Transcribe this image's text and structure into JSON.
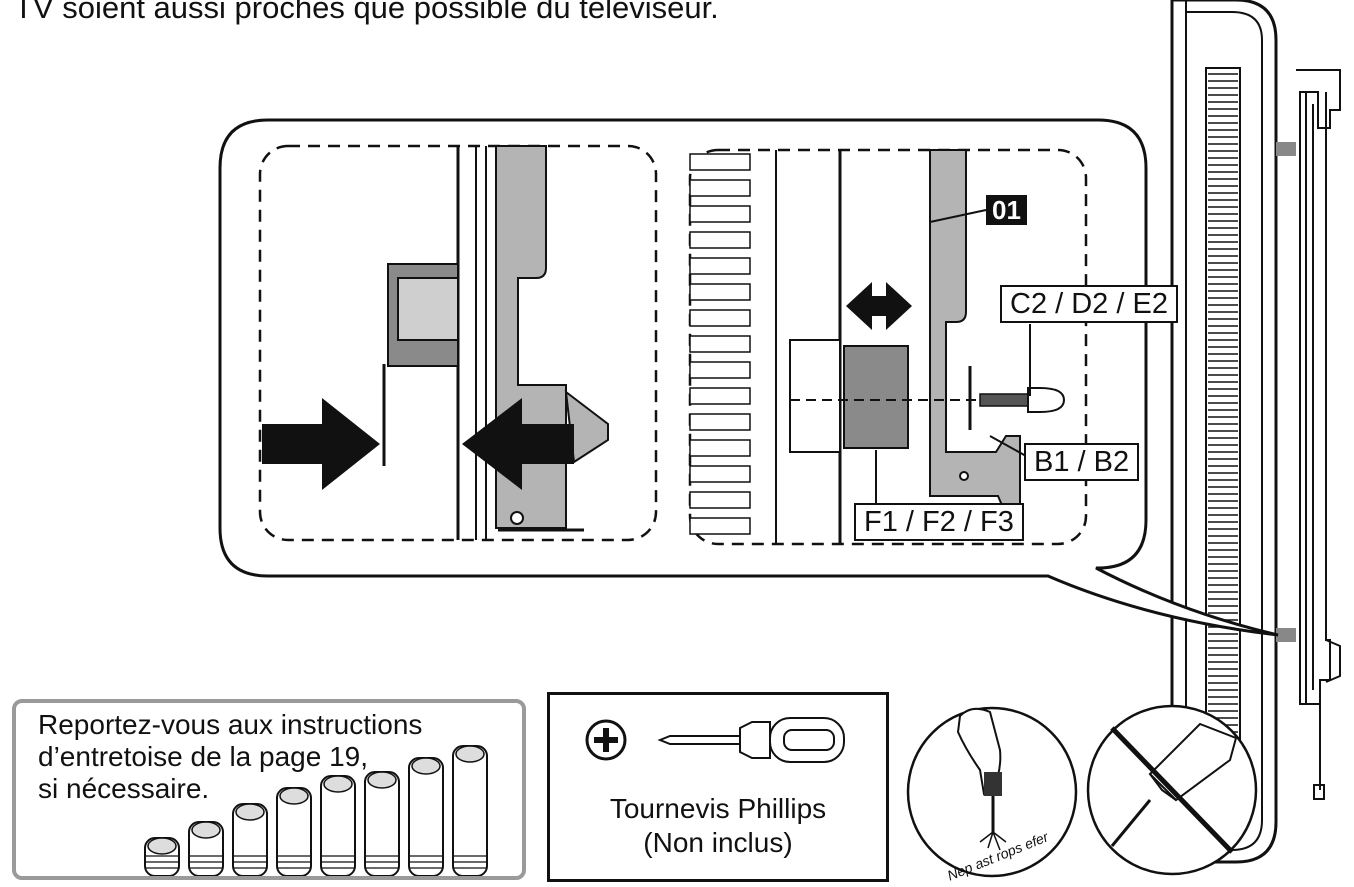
{
  "header_text": "TV soient aussi proches que possible du téléviseur.",
  "labels": {
    "part_number": "01",
    "screw": "C2 / D2 / E2",
    "washer": "B1 / B2",
    "spacer": "F1 / F2 / F3"
  },
  "note": {
    "lines": [
      "Reportez-vous aux instructions",
      "d’entretoise de la page 19,",
      "si nécessaire."
    ]
  },
  "tool": {
    "line1": "Tournevis Phillips",
    "line2": "(Non inclus)"
  },
  "warning": {
    "text": "Nep ast rops efer"
  },
  "icons": [
    "double-arrow-icon",
    "push-arrow-icon",
    "phillips-icon",
    "screwdriver-icon",
    "no-drill-icon"
  ],
  "colors": {
    "gray_part": "#b4b4b4",
    "dark_part": "#8a8a8a",
    "line": "#111111"
  }
}
